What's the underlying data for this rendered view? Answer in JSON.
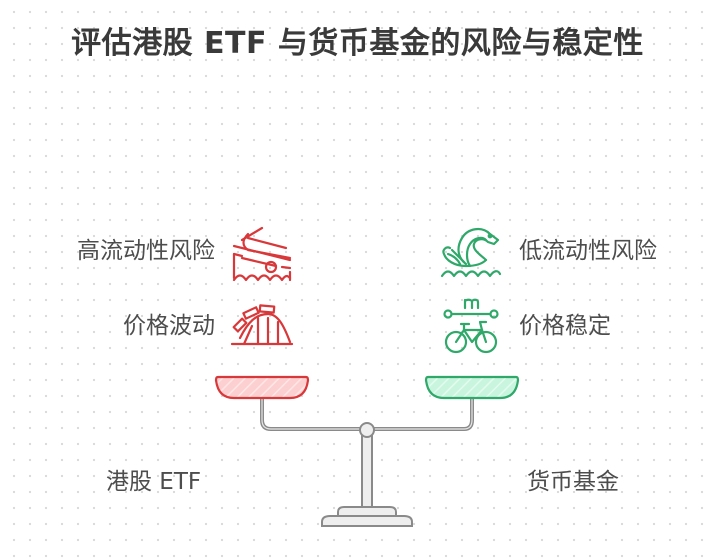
{
  "title": "评估港股 ETF 与货币基金的风险与稳定性",
  "left": {
    "name": "港股 ETF",
    "color": "#d9383a",
    "fill": "#fcd0d0",
    "traits": [
      {
        "label": "高流动性风险",
        "icon": "boat-sinking-icon"
      },
      {
        "label": "价格波动",
        "icon": "roller-coaster-icon"
      }
    ]
  },
  "right": {
    "name": "货币基金",
    "color": "#2fa86a",
    "fill": "#c9f5de",
    "traits": [
      {
        "label": "低流动性风险",
        "icon": "swan-icon"
      },
      {
        "label": "价格稳定",
        "icon": "bicycle-distance-icon"
      }
    ]
  },
  "colors": {
    "beam": "#8a8a8a",
    "beam_fill": "#eeeeee",
    "text": "#4d4d4d",
    "title": "#3a3a3a"
  }
}
